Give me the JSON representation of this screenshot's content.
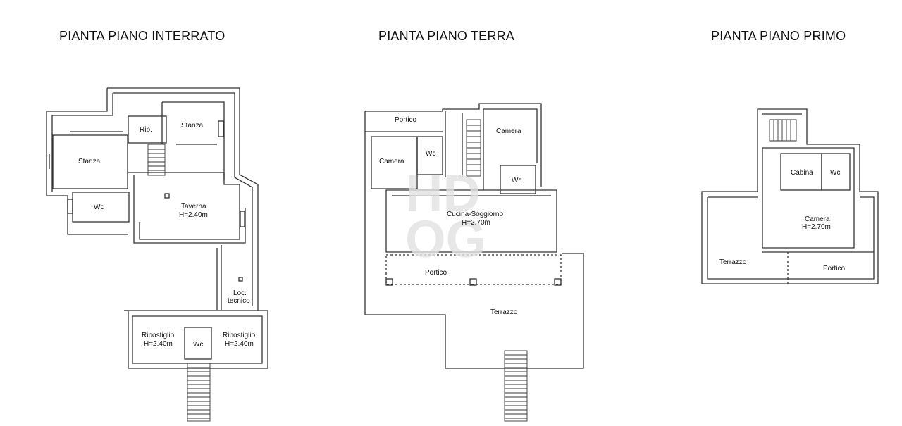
{
  "titles": {
    "basement": "PIANTA PIANO INTERRATO",
    "ground": "PIANTA PIANO TERRA",
    "first": "PIANTA PIANO PRIMO"
  },
  "basement": {
    "stanza_left": "Stanza",
    "rip": "Rip.",
    "stanza_top": "Stanza",
    "wc": "Wc",
    "taverna": "Taverna",
    "taverna_h": "H=2.40m",
    "loc": "Loc.",
    "tecnico": "tecnico",
    "ripostiglio_left": "Ripostiglio",
    "ripostiglio_left_h": "H=2.40m",
    "wc_small": "Wc",
    "ripostiglio_right": "Ripostiglio",
    "ripostiglio_right_h": "H=2.40m"
  },
  "ground": {
    "portico_top": "Portico",
    "camera_left": "Camera",
    "wc_left": "Wc",
    "camera_right": "Camera",
    "wc_right": "Wc",
    "cucina": "Cucina-Soggiorno",
    "cucina_h": "H=2.70m",
    "portico": "Portico",
    "terrazzo": "Terrazzo"
  },
  "first": {
    "cabina": "Cabina",
    "wc": "Wc",
    "camera": "Camera",
    "camera_h": "H=2.70m",
    "terrazzo": "Terrazzo",
    "portico": "Portico"
  },
  "watermark": {
    "line1": "HD",
    "line2": "OG"
  }
}
